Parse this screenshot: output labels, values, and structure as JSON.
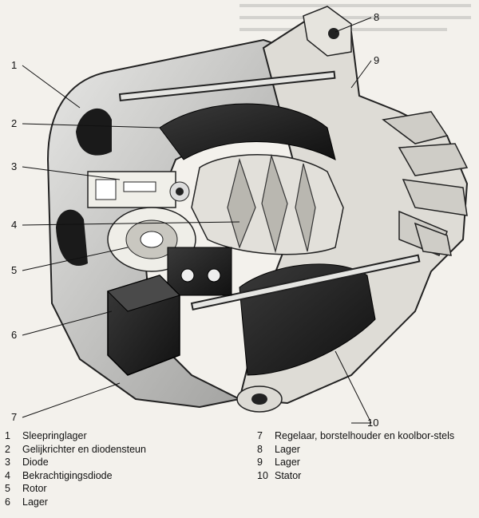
{
  "callouts": [
    {
      "n": "1"
    },
    {
      "n": "2"
    },
    {
      "n": "3"
    },
    {
      "n": "4"
    },
    {
      "n": "5"
    },
    {
      "n": "6"
    },
    {
      "n": "7"
    },
    {
      "n": "8"
    },
    {
      "n": "9"
    },
    {
      "n": "10"
    }
  ],
  "legend": {
    "left": [
      {
        "num": "1",
        "text": "Sleepringlager"
      },
      {
        "num": "2",
        "text": "Gelijkrichter en diodensteun"
      },
      {
        "num": "3",
        "text": "Diode"
      },
      {
        "num": "4",
        "text": "Bekrachtigingsdiode"
      },
      {
        "num": "5",
        "text": "Rotor"
      },
      {
        "num": "6",
        "text": "Lager"
      }
    ],
    "right": [
      {
        "num": "7",
        "text": "Regelaar, borstelhouder en koolbor-stels"
      },
      {
        "num": "8",
        "text": "Lager"
      },
      {
        "num": "9",
        "text": "Lager"
      },
      {
        "num": "10",
        "text": "Stator"
      }
    ]
  }
}
